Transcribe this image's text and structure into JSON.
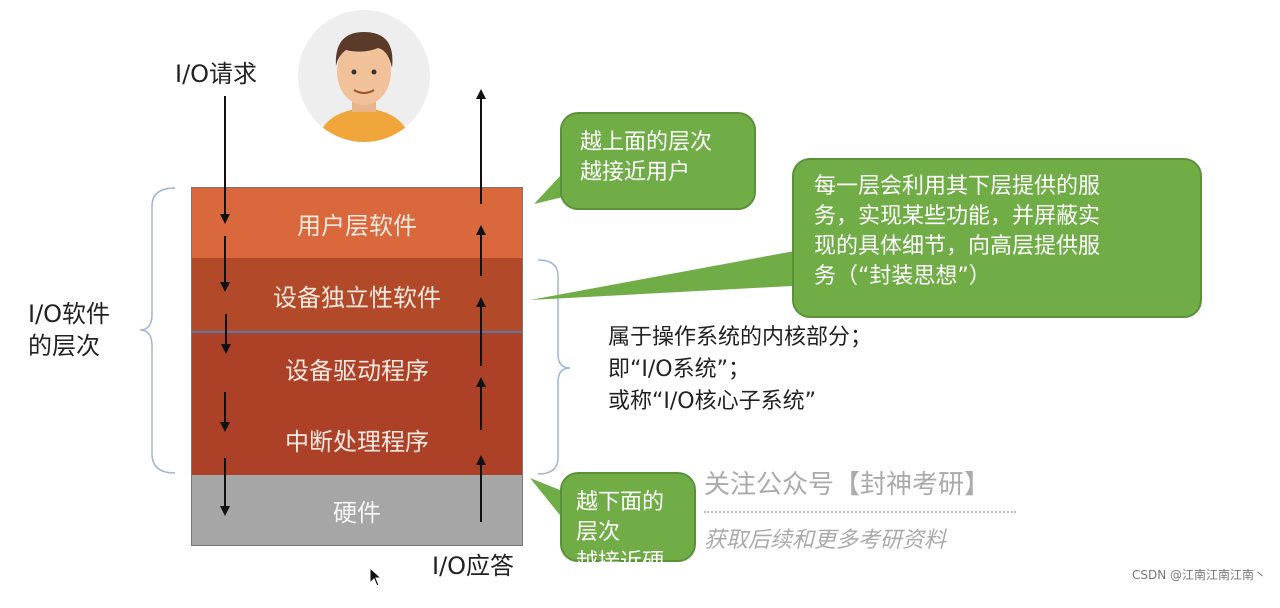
{
  "top_label": "I/O请求",
  "bottom_label": "I/O应答",
  "left_label": [
    "I/O软件",
    "的层次"
  ],
  "layers": [
    "用户层软件",
    "设备独立性软件",
    "设备驱动程序",
    "中断处理程序",
    "硬件"
  ],
  "kernel_note": [
    "属于操作系统的内核部分；",
    "即“I/O系统”；",
    "或称“I/O核心子系统”"
  ],
  "callouts": {
    "top": [
      "越上面的层次",
      "越接近用户"
    ],
    "middle": [
      "每一层会利用其下层提供的服",
      "务，实现某些功能，并屏蔽实",
      "现的具体细节，向高层提供服",
      "务（“封装思想”）"
    ],
    "bottom": [
      "越下面的层次",
      "越接近硬件"
    ]
  },
  "watermark": {
    "line1": "关注公众号【封神考研】",
    "line2": "获取后续和更多考研资料"
  },
  "credit": "CSDN @江南江南江南丶",
  "colors": {
    "user": "#d9683c",
    "independent": "#b24a2a",
    "driver": "#ad4128",
    "hardware": "#a6a6a6",
    "callout": "#70ad47"
  }
}
